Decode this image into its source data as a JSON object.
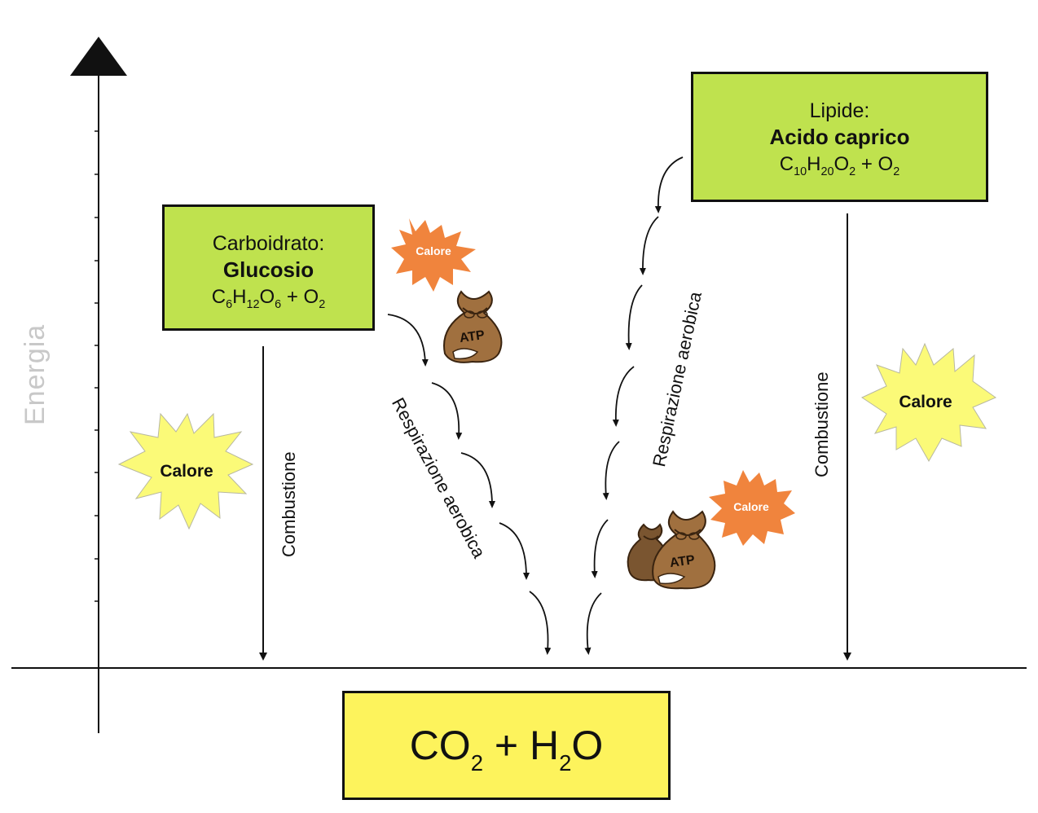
{
  "axis": {
    "y_label": "Energia"
  },
  "carbohydrate": {
    "class_label": "Carboidrato:",
    "name": "Glucosio",
    "formula": {
      "c": "C",
      "c_n": "6",
      "h": "H",
      "h_n": "12",
      "o": "O",
      "o_n": "6",
      "plus": "+ O",
      "o2_n": "2"
    }
  },
  "lipid": {
    "class_label": "Lipide:",
    "name": "Acido caprico",
    "formula": {
      "c": "C",
      "c_n": "10",
      "h": "H",
      "h_n": "20",
      "o": "O",
      "o_n": "2",
      "plus": "+ O",
      "o2_n": "2"
    }
  },
  "product": {
    "co": "CO",
    "co_n": "2",
    "plus": " + H",
    "h_n": "2",
    "o": "O"
  },
  "labels": {
    "combustion": "Combustione",
    "respiration": "Respirazione aerobica",
    "heat": "Calore",
    "atp": "ATP"
  },
  "colors": {
    "box_green": "#bfe24e",
    "box_yellow": "#fdf35c",
    "heat_yellow": "#fbfa78",
    "heat_orange": "#f0843d",
    "bag_brown": "#a0703f"
  }
}
